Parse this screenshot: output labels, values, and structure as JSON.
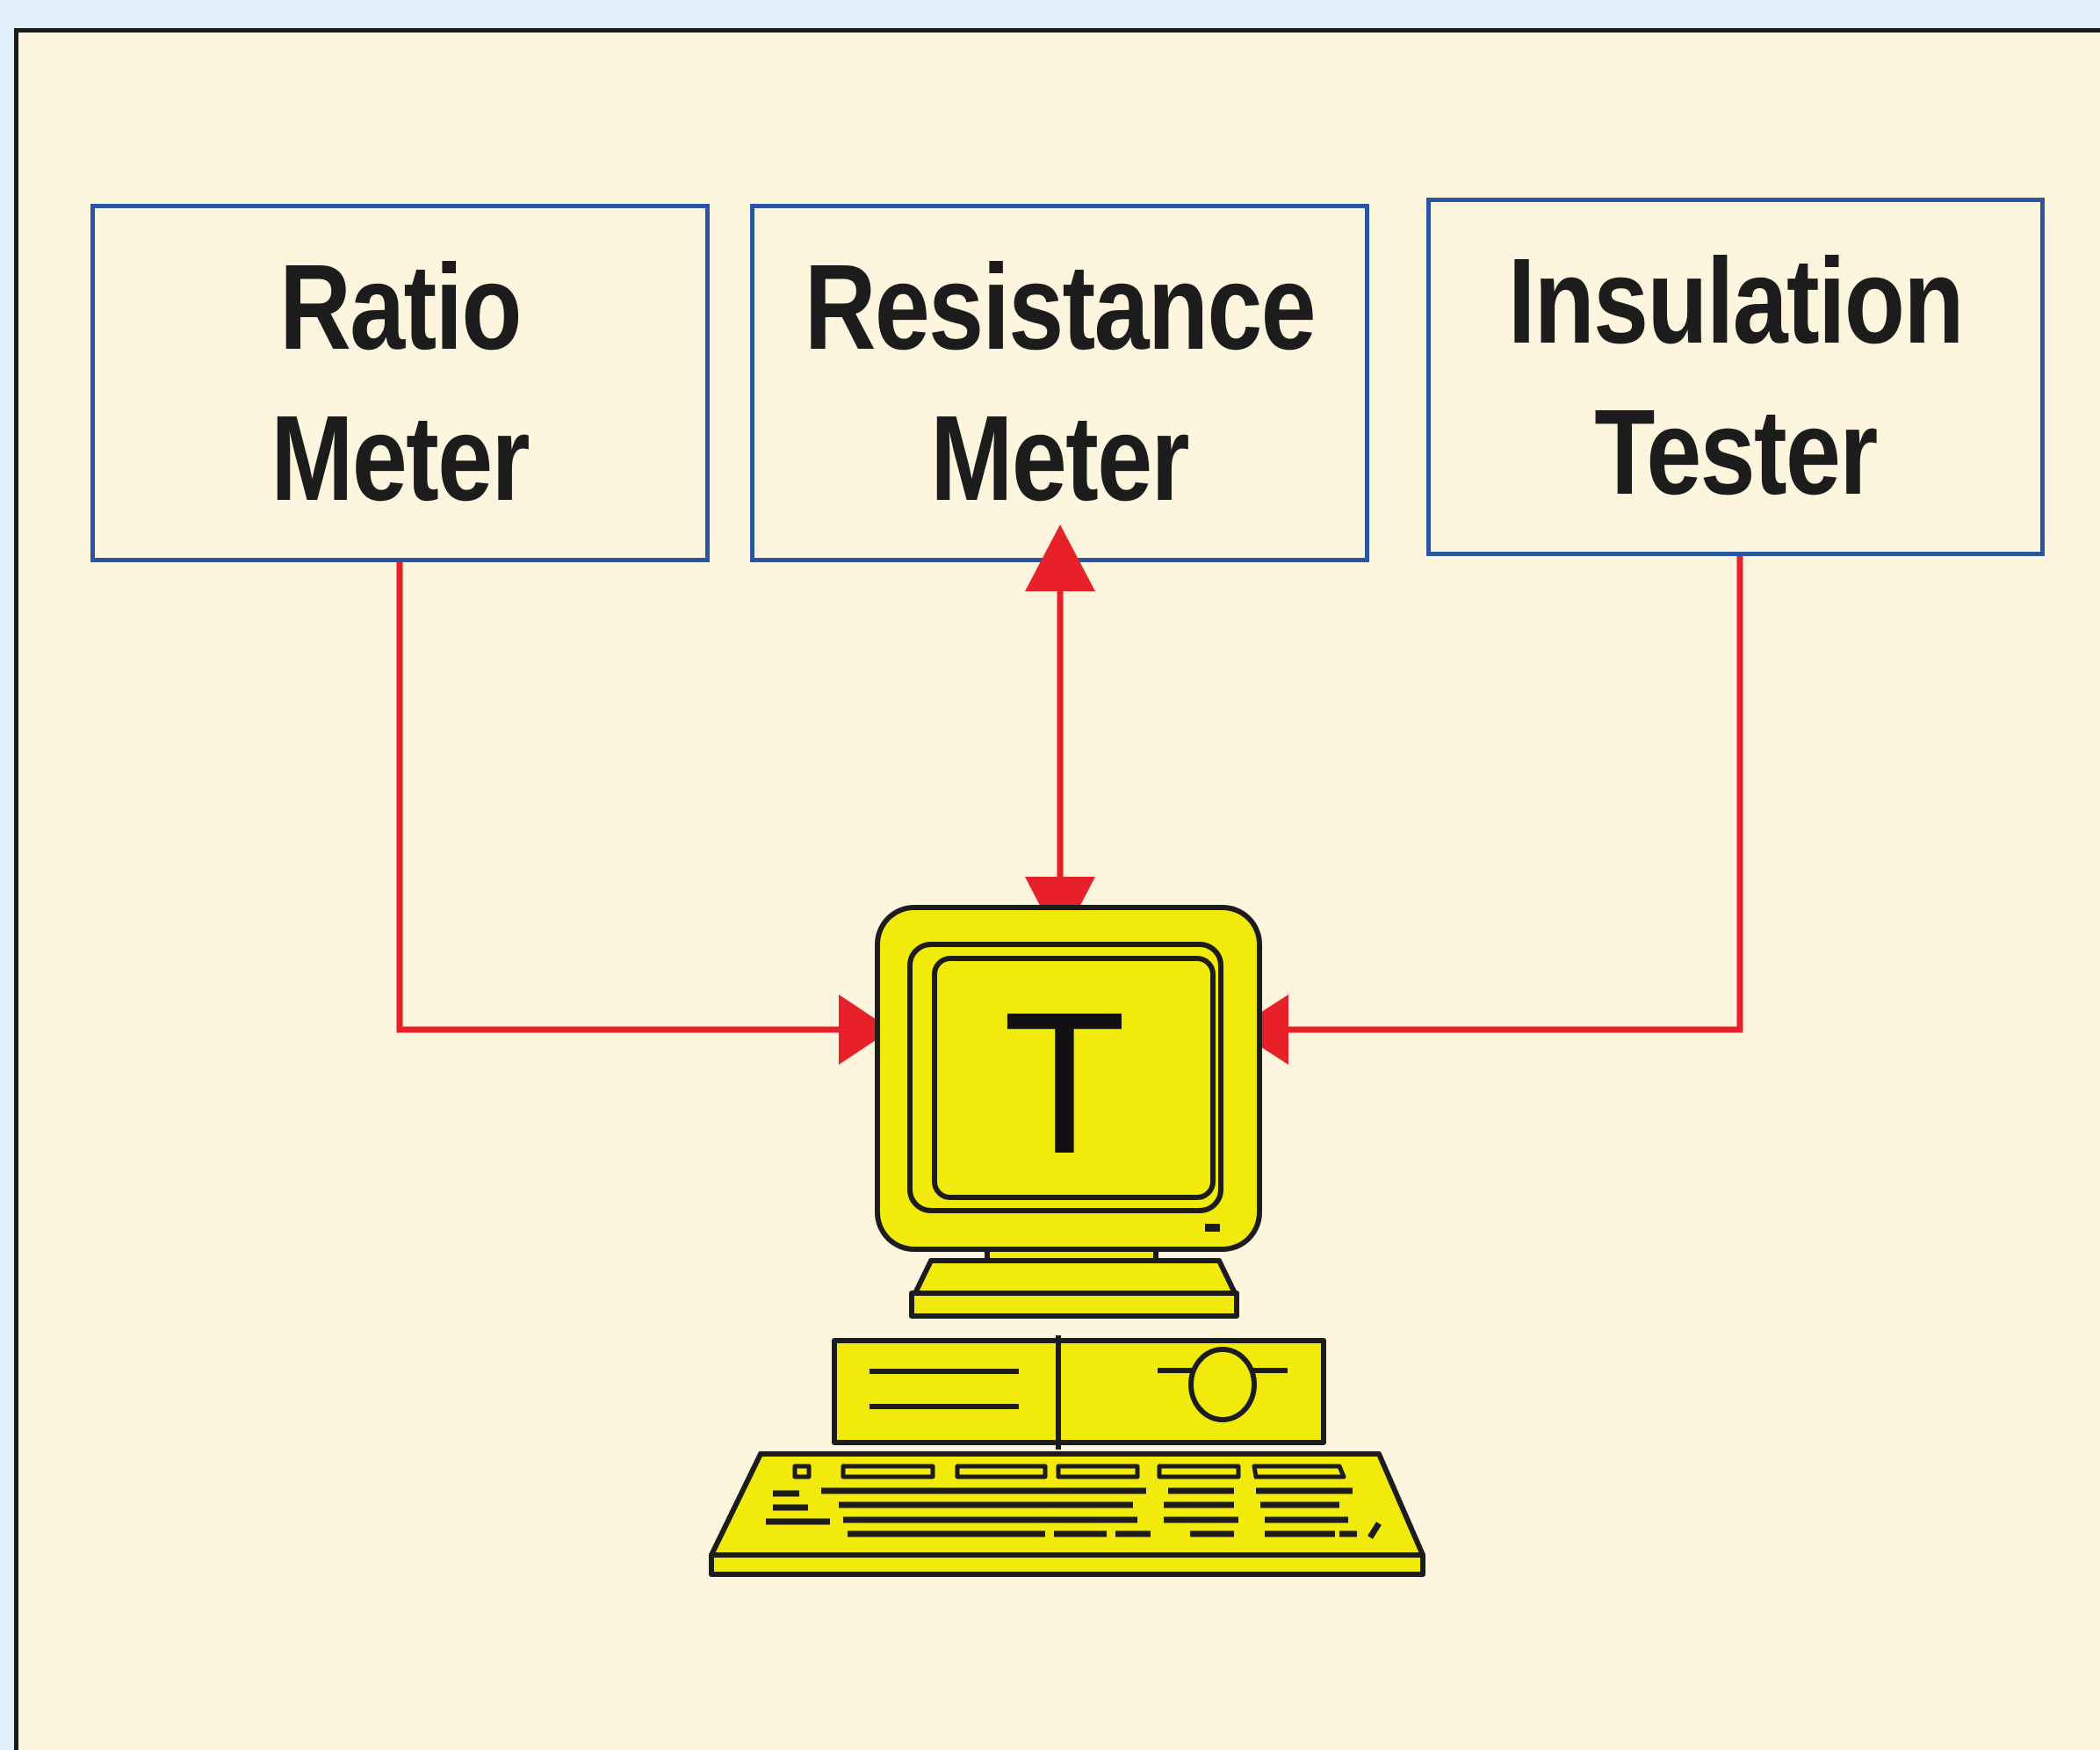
{
  "boxes": {
    "ratio_meter": {
      "line1": "Ratio",
      "line2": "Meter"
    },
    "resistance_meter": {
      "line1": "Resistance",
      "line2": "Meter"
    },
    "insulation_tester": {
      "line1": "Insulation",
      "line2": "Tester"
    }
  },
  "computer": {
    "screen_letter": "T"
  },
  "colors": {
    "background": "#fdf5dd",
    "outer": "#e2f2fa",
    "box_border": "#2a55a3",
    "arrow": "#e8202a",
    "computer_fill": "#f2ea0a",
    "outline": "#1c1c1c"
  },
  "icons": [
    "computer-icon",
    "monitor-icon",
    "keyboard-icon"
  ]
}
